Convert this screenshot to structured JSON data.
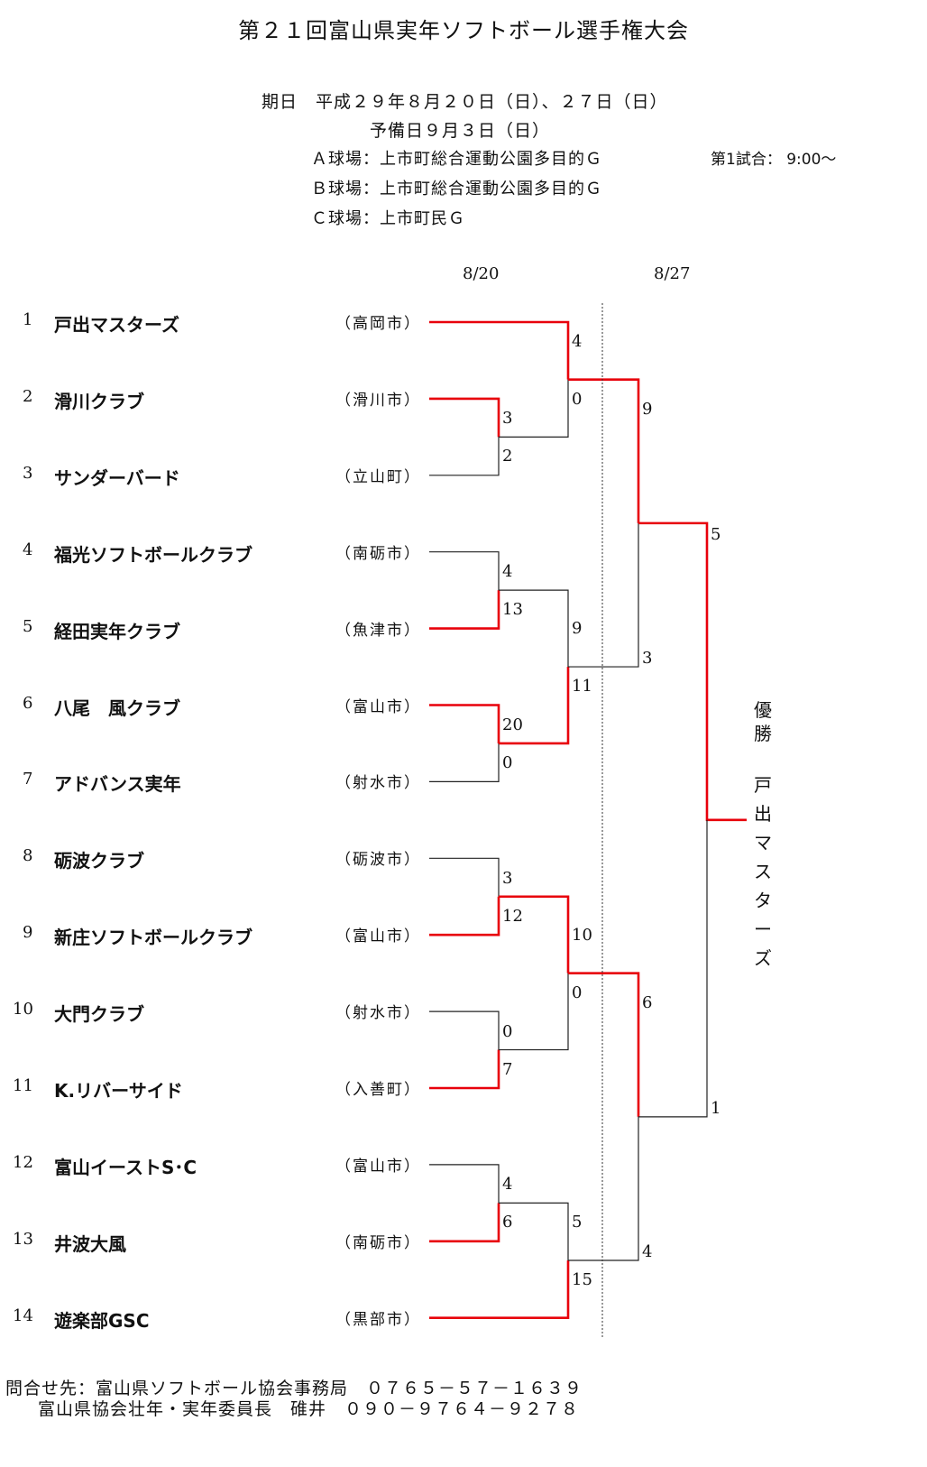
{
  "title": "第２１回富山県実年ソフトボール選手権大会",
  "info": {
    "date": "期日　平成２９年８月２０日（日）、２７日（日）",
    "reserve": "予備日９月３日（日）",
    "venue_a": "Ａ球場：上市町総合運動公園多目的Ｇ",
    "venue_b": "Ｂ球場：上市町総合運動公園多目的Ｇ",
    "venue_c": "Ｃ球場：上市町民Ｇ",
    "first_game": "第1試合：  9:00～"
  },
  "rounds": {
    "r1": "8/20",
    "r2": "8/27"
  },
  "teams": [
    {
      "no": "1",
      "name": "戸出マスターズ",
      "city": "（高岡市）"
    },
    {
      "no": "2",
      "name": "滑川クラブ",
      "city": "（滑川市）"
    },
    {
      "no": "3",
      "name": "サンダーバード",
      "city": "（立山町）"
    },
    {
      "no": "4",
      "name": "福光ソフトボールクラブ",
      "city": "（南砺市）"
    },
    {
      "no": "5",
      "name": "経田実年クラブ",
      "city": "（魚津市）"
    },
    {
      "no": "6",
      "name": "八尾　風クラブ",
      "city": "（富山市）"
    },
    {
      "no": "7",
      "name": "アドバンス実年",
      "city": "（射水市）"
    },
    {
      "no": "8",
      "name": "砺波クラブ",
      "city": "（砺波市）"
    },
    {
      "no": "9",
      "name": "新庄ソフトボールクラブ",
      "city": "（富山市）"
    },
    {
      "no": "10",
      "name": "大門クラブ",
      "city": "（射水市）"
    },
    {
      "no": "11",
      "name": "K.リバーサイド",
      "city": "（入善町）"
    },
    {
      "no": "12",
      "name": "富山イーストS･C",
      "city": "（富山市）"
    },
    {
      "no": "13",
      "name": "井波大風",
      "city": "（南砺市）"
    },
    {
      "no": "14",
      "name": "遊楽部GSC",
      "city": "（黒部市）"
    }
  ],
  "scores": {
    "r1": [
      {
        "a": "3",
        "b": "2"
      },
      {
        "a": "4",
        "b": "13"
      },
      {
        "a": "20",
        "b": "0"
      },
      {
        "a": "3",
        "b": "12"
      },
      {
        "a": "0",
        "b": "7"
      },
      {
        "a": "4",
        "b": "6"
      }
    ],
    "r2": [
      {
        "a": "4",
        "b": "0"
      },
      {
        "a": "9",
        "b": "11"
      },
      {
        "a": "10",
        "b": "0"
      },
      {
        "a": "5",
        "b": "15"
      }
    ],
    "r3": [
      {
        "a": "9",
        "b": "3"
      },
      {
        "a": "6",
        "b": "4"
      }
    ],
    "final": {
      "a": "5",
      "b": "1"
    }
  },
  "champion": {
    "label": "優勝",
    "name": "戸出マスターズ"
  },
  "contact": {
    "line1": "問合せ先：富山県ソフトボール協会事務局　０７６５－５７－１６３９",
    "line2": "富山県協会壮年・実年委員長　碓井　０９０－９７６４－９２７８"
  },
  "colors": {
    "winner": "#e8000b",
    "line": "#222222"
  }
}
